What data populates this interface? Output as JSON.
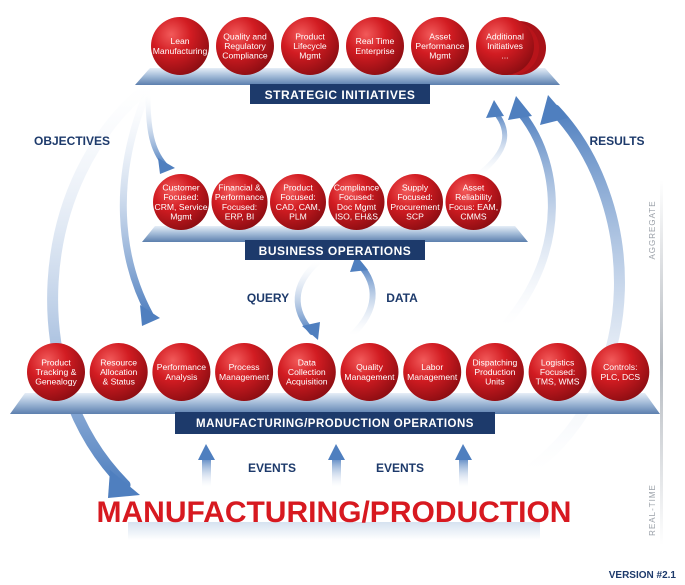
{
  "strategic": {
    "title": "STRATEGIC INITIATIVES",
    "items": [
      [
        "Lean",
        "Manufacturing"
      ],
      [
        "Quality and",
        "Regulatory",
        "Compliance"
      ],
      [
        "Product",
        "Lifecycle",
        "Mgmt"
      ],
      [
        "Real Time",
        "Enterprise"
      ],
      [
        "Asset",
        "Performance",
        "Mgmt"
      ],
      [
        "Additional",
        "Initiatives",
        "..."
      ]
    ]
  },
  "business": {
    "title": "BUSINESS OPERATIONS",
    "items": [
      [
        "Customer",
        "Focused:",
        "CRM, Service",
        "Mgmt"
      ],
      [
        "Financial &",
        "Performance",
        "Focused:",
        "ERP, BI"
      ],
      [
        "Product",
        "Focused:",
        "CAD, CAM,",
        "PLM"
      ],
      [
        "Compliance",
        "Focused:",
        "Doc Mgmt",
        "ISO, EH&S"
      ],
      [
        "Supply",
        "Focused:",
        "Procurement",
        "SCP"
      ],
      [
        "Asset",
        "Reliability",
        "Focus: EAM,",
        "CMMS"
      ]
    ]
  },
  "mfg_ops": {
    "title": "MANUFACTURING/PRODUCTION OPERATIONS",
    "items": [
      [
        "Product",
        "Tracking &",
        "Genealogy"
      ],
      [
        "Resource",
        "Allocation",
        "& Status"
      ],
      [
        "Performance",
        "Analysis"
      ],
      [
        "Process",
        "Management"
      ],
      [
        "Data",
        "Collection",
        "Acquisition"
      ],
      [
        "Quality",
        "Management"
      ],
      [
        "Labor",
        "Management"
      ],
      [
        "Dispatching",
        "Production",
        "Units"
      ],
      [
        "Logistics",
        "Focused:",
        "TMS, WMS"
      ],
      [
        "Controls:",
        "PLC, DCS"
      ]
    ]
  },
  "production": {
    "title": "MANUFACTURING/PRODUCTION"
  },
  "labels": {
    "objectives": "OBJECTIVES",
    "results": "RESULTS",
    "query": "QUERY",
    "data": "DATA",
    "events_left": "EVENTS",
    "events_right": "EVENTS",
    "aggregate": "AGGREGATE",
    "real_time": "REAL-TIME",
    "version": "VERSION #2.1"
  },
  "colors": {
    "ball_red": "#c8161d",
    "bar_navy": "#1d3a6b",
    "arrow_blue": "#4f7fbf",
    "title_red": "#d71920"
  }
}
